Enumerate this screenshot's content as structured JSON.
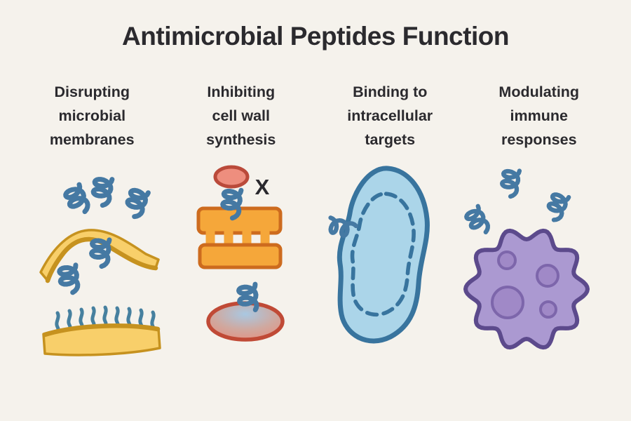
{
  "page": {
    "title": "Antimicrobial Peptides Function",
    "background": "#f5f2ec"
  },
  "columns": [
    {
      "label": "Disrupting microbial membranes",
      "art": "peptide-coils-disrupting-yellow-membrane",
      "peptide_count": 5
    },
    {
      "label": "Inhibiting cell wall synthesis",
      "art": "orange-cell-wall-blocks-with-red-precursor",
      "inhibit_mark": "X",
      "peptide_count": 2
    },
    {
      "label": "Binding to intracellular targets",
      "art": "blue-bacterium-with-dashed-interior",
      "peptide_count": 1
    },
    {
      "label": "Modulating immune responses",
      "art": "purple-immune-cell-with-granules",
      "peptide_count": 3,
      "granule_count": 4
    }
  ],
  "colors": {
    "text": "#2b2a2e",
    "peptide_blue": "#4579a3",
    "membrane_yellow": "#f8cf6a",
    "membrane_gold": "#c6921f",
    "cilia_blue": "#46809f",
    "wall_orange": "#f5a73a",
    "wall_orange_dark": "#cd6b1e",
    "precursor_red": "#ee8e7e",
    "precursor_red_border": "#ba4a3a",
    "disc_border": "#c04a36",
    "disc_blue": "#a9c8e2",
    "disc_mid": "#cfa9a0",
    "disc_red": "#e98b79",
    "x_mark": "#2a292e",
    "bacterium_fill": "#abd5e9",
    "bacterium_border": "#38749e",
    "immune_fill": "#ab99d1",
    "immune_border": "#5c4a8c",
    "granule_fill": "#a089c7",
    "granule_border": "#7d66ab"
  }
}
